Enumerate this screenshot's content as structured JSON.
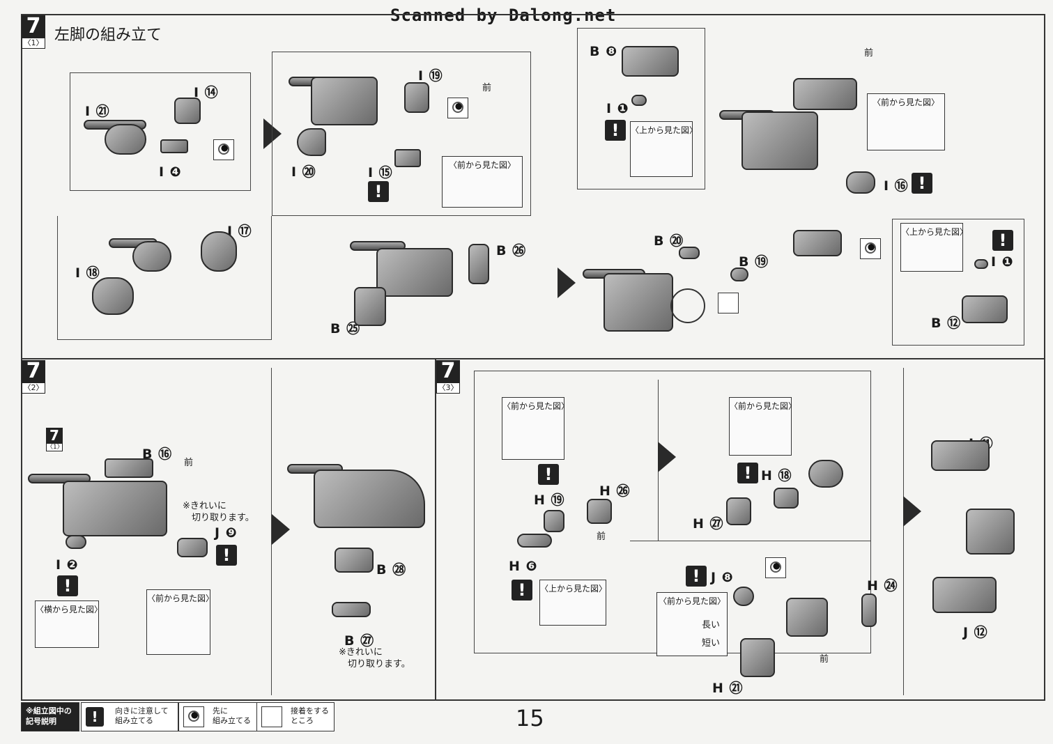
{
  "header": {
    "scan_credit": "Scanned by Dalong.net"
  },
  "step7_1": {
    "number": "7",
    "sub": "〈1〉",
    "title": "左脚の組み立て"
  },
  "step7_2": {
    "number": "7",
    "sub": "〈2〉"
  },
  "step7_3": {
    "number": "7",
    "sub": "〈3〉"
  },
  "mini_step": {
    "number": "7",
    "sub": "〈1〉"
  },
  "labels": {
    "I21": "I ㉑",
    "I14": "I ⑭",
    "I4": "I ❹",
    "I19": "I ⑲",
    "I20": "I ⑳",
    "I15": "I ⑮",
    "I17": "I ⑰",
    "I18": "I ⑱",
    "B26": "B ㉖",
    "B25": "B ㉕",
    "B8": "B ❽",
    "I1": "I ❶",
    "B20": "B ⑳",
    "B19": "B ⑲",
    "I16": "I ⑯",
    "I1b": "I ❶",
    "B12": "B ⑫",
    "B16": "B ⑯",
    "J9": "J ❾",
    "I2": "I ❷",
    "B28": "B ㉘",
    "B27": "B ㉗",
    "H19": "H ⑲",
    "H26": "H ㉖",
    "H6": "H ❻",
    "H18": "H ⑱",
    "H27": "H ㉗",
    "J8": "J ❽",
    "H24": "H ㉔",
    "H21": "H ㉑",
    "J11": "J ⑪",
    "J12": "J ⑫"
  },
  "front": {
    "mae": "前"
  },
  "views": {
    "front_view": "〈前から見た図〉",
    "top_view": "〈上から見た図〉",
    "side_view": "〈横から見た図〉"
  },
  "notes": {
    "cut_clean_1": "※きれいに\n　切り取ります。",
    "cut_clean_2": "※きれいに\n　切り取ります。",
    "long": "長い",
    "short": "短い"
  },
  "legend": {
    "title": "※組立図中の\n記号説明",
    "excl": "向きに注意して\n組み立てる",
    "dot": "先に\n組み立てる",
    "brush": "接着をする\nところ"
  },
  "page_number": "15",
  "icons": [
    "exclamation-icon",
    "assemble-first-icon",
    "glue-brush-icon",
    "play-arrow-icon"
  ]
}
